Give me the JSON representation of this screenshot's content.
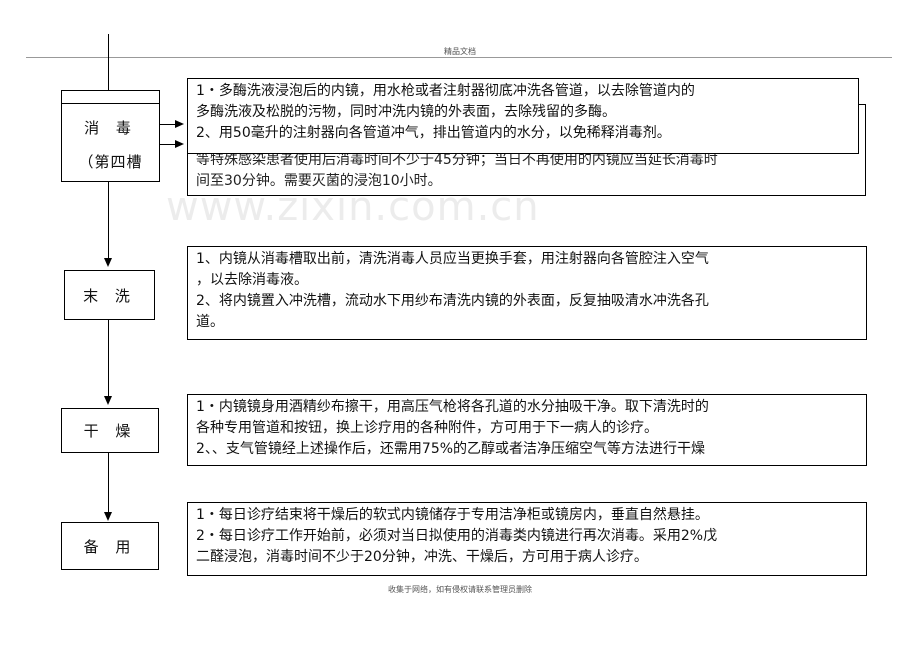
{
  "header": {
    "text": "精品文档"
  },
  "footer": {
    "text": "收集于网络，如有侵权请联系管理员删除"
  },
  "watermark": "www.zixin.com.cn",
  "stages": {
    "disinfect": {
      "label": "消 毒",
      "sub": "（第四槽"
    },
    "rinse": {
      "label": "末 洗"
    },
    "dry": {
      "label": "干 燥"
    },
    "standby": {
      "label": "备 用"
    }
  },
  "notes": {
    "disinfect_under": [
      "等特殊感染患者使用后消毒时间不少于45分钟；当日不再使用的内镜应当延长消毒时",
      "间至30分钟。需要灭菌的浸泡10小时。"
    ],
    "disinfect_over": [
      "1・多酶洗液浸泡后的内镜，用水枪或者注射器彻底冲洗各管道，以去除管道内的",
      "多酶洗液及松脱的污物，同时冲洗内镜的外表面，去除残留的多酶。",
      "2、用50毫升的注射器向各管道冲气，排出管道内的水分，以免稀释消毒剂。"
    ],
    "rinse": [
      "1、内镜从消毒槽取出前，清洗消毒人员应当更换手套，用注射器向各管腔注入空气",
      "，以去除消毒液。",
      "2、将内镜置入冲洗槽，流动水下用纱布清洗内镜的外表面，反复抽吸清水冲洗各孔",
      "道。"
    ],
    "dry": [
      "1・内镜镜身用酒精纱布擦干，用高压气枪将各孔道的水分抽吸干净。取下清洗时的",
      "各种专用管道和按钮，换上诊疗用的各种附件，方可用于下一病人的诊疗。",
      "2、、支气管镜经上述操作后，还需用75%的乙醇或者洁净压缩空气等方法进行干燥"
    ],
    "standby": [
      "1・每日诊疗结束将干燥后的软式内镜储存于专用洁净柜或镜房内，垂直自然悬挂。",
      "2・每日诊疗工作开始前，必须对当日拟使用的消毒类内镜进行再次消毒。采用2%戊",
      "二醛浸泡，消毒时间不少于20分钟，冲洗、干燥后，方可用于病人诊疗。"
    ]
  }
}
